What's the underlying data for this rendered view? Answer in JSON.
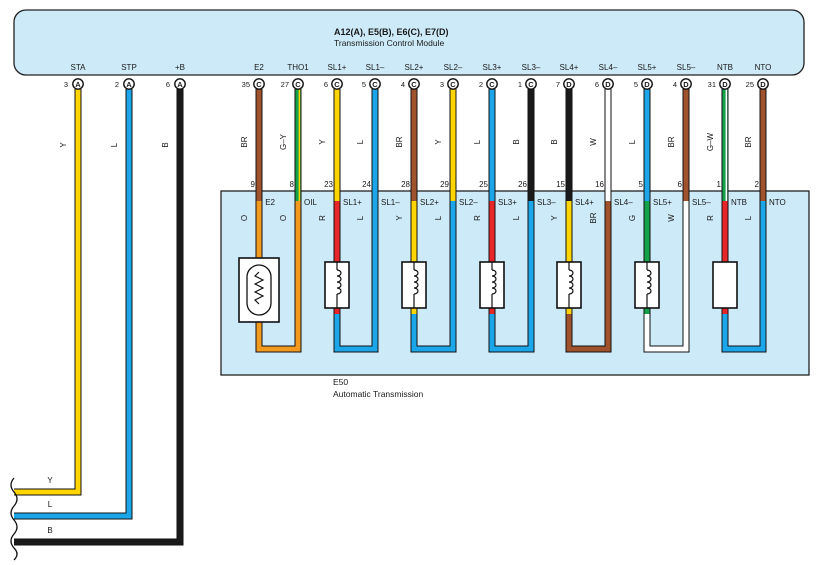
{
  "tcm": {
    "connectors_label": "A12(A), E5(B), E6(C), E7(D)",
    "title": "Transmission Control Module"
  },
  "module": {
    "id": "E50",
    "title": "Automatic Transmission"
  },
  "colors": {
    "Y": "#ffd500",
    "L": "#1ba6ea",
    "B": "#1a1a1a",
    "BR": "#a0522d",
    "G": "#13a14a",
    "W": "#ffffff",
    "O": "#f39a1e",
    "R": "#e8262a",
    "panel": "#cdeaf8"
  },
  "left_pins": [
    {
      "name": "STA",
      "pin": "3",
      "conn": "A",
      "wire": "Y"
    },
    {
      "name": "STP",
      "pin": "2",
      "conn": "A",
      "wire": "L"
    },
    {
      "name": "+B",
      "pin": "6",
      "conn": "A",
      "wire": "B"
    }
  ],
  "harness_labels": [
    "Y",
    "L",
    "B"
  ],
  "right_pins": [
    {
      "name": "E2",
      "pin": "35",
      "conn": "C",
      "wire": "BR",
      "pin2": "9",
      "term": "E2",
      "lower": "O"
    },
    {
      "name": "THO1",
      "pin": "27",
      "conn": "C",
      "wire": "G–Y",
      "pin2": "8",
      "term": "OIL",
      "lower": "O"
    },
    {
      "name": "SL1+",
      "pin": "6",
      "conn": "C",
      "wire": "Y",
      "pin2": "23",
      "term": "SL1+",
      "lower": "R"
    },
    {
      "name": "SL1–",
      "pin": "5",
      "conn": "C",
      "wire": "L",
      "pin2": "24",
      "term": "SL1–",
      "lower": "L"
    },
    {
      "name": "SL2+",
      "pin": "4",
      "conn": "C",
      "wire": "BR",
      "pin2": "28",
      "term": "SL2+",
      "lower": "Y"
    },
    {
      "name": "SL2–",
      "pin": "3",
      "conn": "C",
      "wire": "Y",
      "pin2": "29",
      "term": "SL2–",
      "lower": "L"
    },
    {
      "name": "SL3+",
      "pin": "2",
      "conn": "C",
      "wire": "L",
      "pin2": "25",
      "term": "SL3+",
      "lower": "R"
    },
    {
      "name": "SL3–",
      "pin": "1",
      "conn": "C",
      "wire": "B",
      "pin2": "26",
      "term": "SL3–",
      "lower": "L"
    },
    {
      "name": "SL4+",
      "pin": "7",
      "conn": "D",
      "wire": "B",
      "pin2": "15",
      "term": "SL4+",
      "lower": "Y"
    },
    {
      "name": "SL4–",
      "pin": "6",
      "conn": "D",
      "wire": "W",
      "pin2": "16",
      "term": "SL4–",
      "lower": "BR"
    },
    {
      "name": "SL5+",
      "pin": "5",
      "conn": "D",
      "wire": "L",
      "pin2": "5",
      "term": "SL5+",
      "lower": "G"
    },
    {
      "name": "SL5–",
      "pin": "4",
      "conn": "D",
      "wire": "BR",
      "pin2": "6",
      "term": "SL5–",
      "lower": "W"
    },
    {
      "name": "NTB",
      "pin": "31",
      "conn": "D",
      "wire": "G–W",
      "pin2": "1",
      "term": "NTB",
      "lower": "R"
    },
    {
      "name": "NTO",
      "pin": "25",
      "conn": "D",
      "wire": "BR",
      "pin2": "2",
      "term": "NTO",
      "lower": "L"
    }
  ],
  "components": [
    {
      "type": "thermistor",
      "pins": [
        0,
        1
      ]
    },
    {
      "type": "solenoid",
      "pins": [
        2,
        3
      ]
    },
    {
      "type": "solenoid",
      "pins": [
        4,
        5
      ]
    },
    {
      "type": "solenoid",
      "pins": [
        6,
        7
      ]
    },
    {
      "type": "solenoid",
      "pins": [
        8,
        9
      ]
    },
    {
      "type": "solenoid",
      "pins": [
        10,
        11
      ]
    },
    {
      "type": "sensor",
      "pins": [
        12,
        13
      ]
    }
  ]
}
